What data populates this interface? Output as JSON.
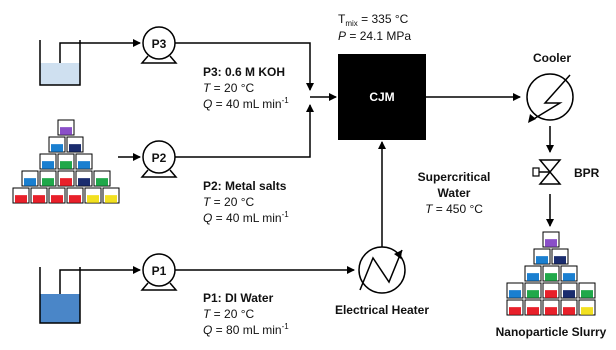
{
  "mix_conditions": {
    "t_sym": "T",
    "t_sub": "mix",
    "t_value": " = 335 °C",
    "p_sym": "P",
    "p_value": " = 24.1 MPa"
  },
  "cjm": {
    "label": "CJM"
  },
  "cooler": {
    "label": "Cooler"
  },
  "bpr": {
    "label": "BPR"
  },
  "pumps": [
    {
      "id": "P3",
      "title": "P3: 0.6 M KOH",
      "t_sym": "T",
      "t_value": " = 20 °C",
      "q_sym": "Q",
      "q_value": " = 40 mL min",
      "q_exp": "-1"
    },
    {
      "id": "P2",
      "title": "P2: Metal salts",
      "t_sym": "T",
      "t_value": " = 20 °C",
      "q_sym": "Q",
      "q_value": " = 40 mL min",
      "q_exp": "-1"
    },
    {
      "id": "P1",
      "title": "P1: DI Water",
      "t_sym": "T",
      "t_value": " = 20 °C",
      "q_sym": "Q",
      "q_value": " = 80 mL min",
      "q_exp": "-1"
    }
  ],
  "supercritical": {
    "line1": "Supercritical",
    "line2": "Water",
    "t_sym": "T",
    "t_value": " = 450 °C"
  },
  "heater": {
    "label": "Electrical Heater"
  },
  "product": {
    "label": "Nanoparticle Slurry"
  },
  "colors": {
    "koh_liquid": "#cfe0f0",
    "water_liquid": "#4a86c8",
    "cjm_fill": "#000000",
    "vial_red": "#e8202a",
    "vial_blue": "#1a7fd0",
    "vial_green": "#20a84a",
    "vial_yellow": "#f2e020",
    "vial_navy": "#1a2c6e",
    "vial_purple": "#8a4fc8"
  }
}
